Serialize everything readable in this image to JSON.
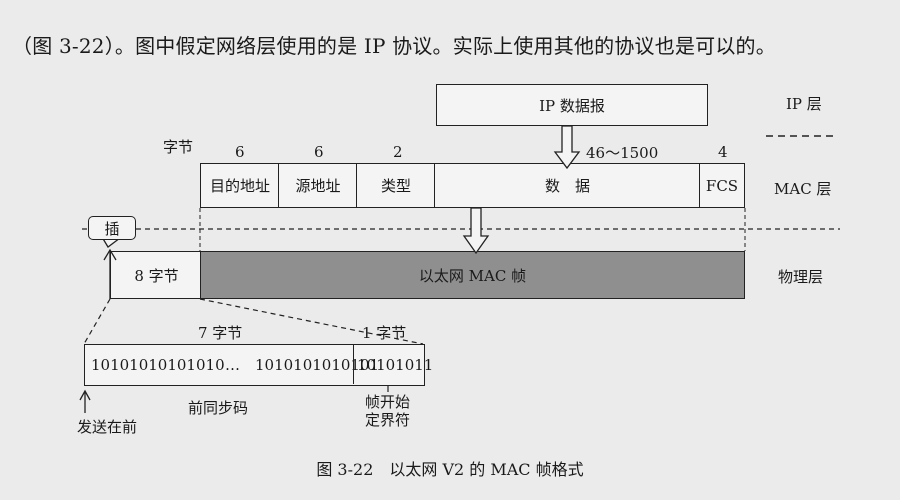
{
  "intro_text": "（图 3-22）。图中假定网络层使用的是 IP 协议。实际上使用其他的协议也是可以的。",
  "ip_datagram": "IP 数据报",
  "layers": {
    "ip": "IP 层",
    "mac": "MAC 层",
    "physical": "物理层"
  },
  "bytes_label": "字节",
  "field_sizes": {
    "dest": "6",
    "src": "6",
    "type": "2",
    "data": "46～1500",
    "fcs": "4"
  },
  "fields": {
    "dest": "目的地址",
    "src": "源地址",
    "type": "类型",
    "data": "数　据",
    "fcs": "FCS"
  },
  "insert_label": "插",
  "preamble_bytes": "8 字节",
  "mac_frame": "以太网 MAC 帧",
  "preamble_7_bytes": "7 字节",
  "sfd_1_byte": "1 字节",
  "preamble_bits_left": "10101010101010",
  "ellipsis": "…",
  "preamble_bits_right": "1010101010101",
  "sfd_bits": "10101011",
  "send_first": "发送在前",
  "preamble_name": "前同步码",
  "sfd_name_line1": "帧开始",
  "sfd_name_line2": "定界符",
  "caption": "图 3-22　以太网 V2 的 MAC 帧格式"
}
